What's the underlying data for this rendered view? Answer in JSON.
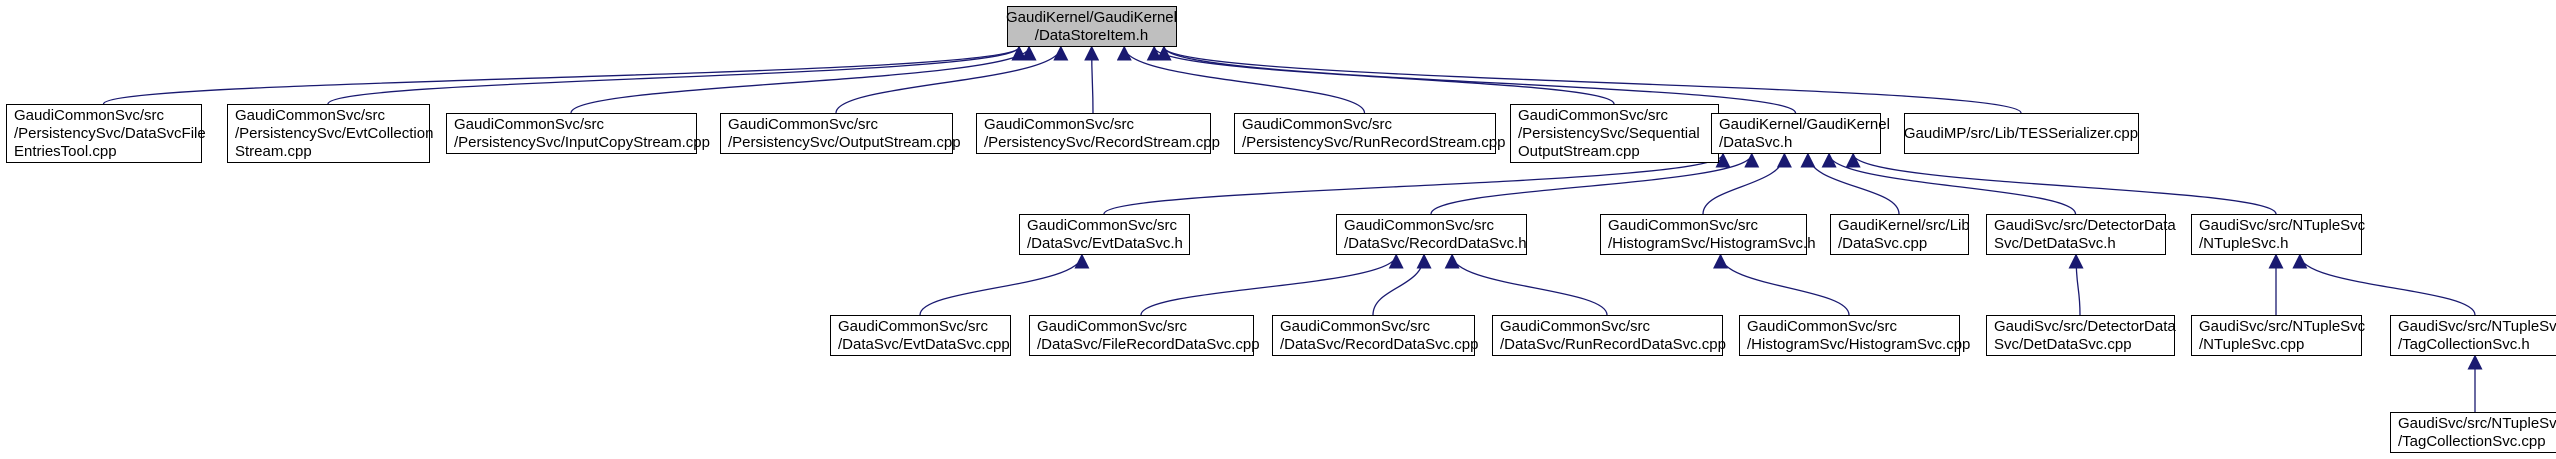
{
  "colors": {
    "edge": "#191970",
    "node_border": "#000000",
    "node_fill": "#ffffff",
    "root_fill": "#bfbfbf",
    "text": "#000000"
  },
  "nodes": [
    {
      "id": "datastoreitem",
      "lines": [
        "GaudiKernel/GaudiKernel",
        "/DataStoreItem.h"
      ],
      "highlight": true
    },
    {
      "id": "datasvcfileentriestool",
      "lines": [
        "GaudiCommonSvc/src",
        "/PersistencySvc/DataSvcFile",
        "EntriesTool.cpp"
      ]
    },
    {
      "id": "evtcollectionstream",
      "lines": [
        "GaudiCommonSvc/src",
        "/PersistencySvc/EvtCollection",
        "Stream.cpp"
      ]
    },
    {
      "id": "inputcopystream",
      "lines": [
        "GaudiCommonSvc/src",
        "/PersistencySvc/InputCopyStream.cpp"
      ]
    },
    {
      "id": "outputstream",
      "lines": [
        "GaudiCommonSvc/src",
        "/PersistencySvc/OutputStream.cpp"
      ]
    },
    {
      "id": "recordstream",
      "lines": [
        "GaudiCommonSvc/src",
        "/PersistencySvc/RecordStream.cpp"
      ]
    },
    {
      "id": "runrecordstream",
      "lines": [
        "GaudiCommonSvc/src",
        "/PersistencySvc/RunRecordStream.cpp"
      ]
    },
    {
      "id": "sequentialoutputstream",
      "lines": [
        "GaudiCommonSvc/src",
        "/PersistencySvc/Sequential",
        "OutputStream.cpp"
      ]
    },
    {
      "id": "datasvc-h",
      "lines": [
        "GaudiKernel/GaudiKernel",
        "/DataSvc.h"
      ]
    },
    {
      "id": "tesserializer",
      "lines": [
        "GaudiMP/src/Lib/TESSerializer.cpp"
      ]
    },
    {
      "id": "evtdatasvc-h",
      "lines": [
        "GaudiCommonSvc/src",
        "/DataSvc/EvtDataSvc.h"
      ]
    },
    {
      "id": "recorddatasvc-h",
      "lines": [
        "GaudiCommonSvc/src",
        "/DataSvc/RecordDataSvc.h"
      ]
    },
    {
      "id": "histogramsvc-h",
      "lines": [
        "GaudiCommonSvc/src",
        "/HistogramSvc/HistogramSvc.h"
      ]
    },
    {
      "id": "datasvc-cpp",
      "lines": [
        "GaudiKernel/src/Lib",
        "/DataSvc.cpp"
      ]
    },
    {
      "id": "detdatasvc-h",
      "lines": [
        "GaudiSvc/src/DetectorData",
        "Svc/DetDataSvc.h"
      ]
    },
    {
      "id": "ntuplesvc-h",
      "lines": [
        "GaudiSvc/src/NTupleSvc",
        "/NTupleSvc.h"
      ]
    },
    {
      "id": "evtdatasvc-cpp",
      "lines": [
        "GaudiCommonSvc/src",
        "/DataSvc/EvtDataSvc.cpp"
      ]
    },
    {
      "id": "filerecorddatasvc-cpp",
      "lines": [
        "GaudiCommonSvc/src",
        "/DataSvc/FileRecordDataSvc.cpp"
      ]
    },
    {
      "id": "recorddatasvc-cpp",
      "lines": [
        "GaudiCommonSvc/src",
        "/DataSvc/RecordDataSvc.cpp"
      ]
    },
    {
      "id": "runrecorddatasvc-cpp",
      "lines": [
        "GaudiCommonSvc/src",
        "/DataSvc/RunRecordDataSvc.cpp"
      ]
    },
    {
      "id": "histogramsvc-cpp",
      "lines": [
        "GaudiCommonSvc/src",
        "/HistogramSvc/HistogramSvc.cpp"
      ]
    },
    {
      "id": "detdatasvc-cpp",
      "lines": [
        "GaudiSvc/src/DetectorData",
        "Svc/DetDataSvc.cpp"
      ]
    },
    {
      "id": "ntuplesvc-cpp",
      "lines": [
        "GaudiSvc/src/NTupleSvc",
        "/NTupleSvc.cpp"
      ]
    },
    {
      "id": "tagcollectionsvc-h",
      "lines": [
        "GaudiSvc/src/NTupleSvc",
        "/TagCollectionSvc.h"
      ]
    },
    {
      "id": "tagcollectionsvc-cpp",
      "lines": [
        "GaudiSvc/src/NTupleSvc",
        "/TagCollectionSvc.cpp"
      ]
    }
  ],
  "edges": [
    {
      "from": "datasvcfileentriestool",
      "to": "datastoreitem"
    },
    {
      "from": "evtcollectionstream",
      "to": "datastoreitem"
    },
    {
      "from": "inputcopystream",
      "to": "datastoreitem"
    },
    {
      "from": "outputstream",
      "to": "datastoreitem"
    },
    {
      "from": "recordstream",
      "to": "datastoreitem"
    },
    {
      "from": "runrecordstream",
      "to": "datastoreitem"
    },
    {
      "from": "sequentialoutputstream",
      "to": "datastoreitem"
    },
    {
      "from": "datasvc-h",
      "to": "datastoreitem"
    },
    {
      "from": "tesserializer",
      "to": "datastoreitem"
    },
    {
      "from": "evtdatasvc-h",
      "to": "datasvc-h"
    },
    {
      "from": "recorddatasvc-h",
      "to": "datasvc-h"
    },
    {
      "from": "histogramsvc-h",
      "to": "datasvc-h"
    },
    {
      "from": "datasvc-cpp",
      "to": "datasvc-h"
    },
    {
      "from": "detdatasvc-h",
      "to": "datasvc-h"
    },
    {
      "from": "ntuplesvc-h",
      "to": "datasvc-h"
    },
    {
      "from": "evtdatasvc-cpp",
      "to": "evtdatasvc-h"
    },
    {
      "from": "filerecorddatasvc-cpp",
      "to": "recorddatasvc-h"
    },
    {
      "from": "recorddatasvc-cpp",
      "to": "recorddatasvc-h"
    },
    {
      "from": "runrecorddatasvc-cpp",
      "to": "recorddatasvc-h"
    },
    {
      "from": "histogramsvc-cpp",
      "to": "histogramsvc-h"
    },
    {
      "from": "detdatasvc-cpp",
      "to": "detdatasvc-h"
    },
    {
      "from": "ntuplesvc-cpp",
      "to": "ntuplesvc-h"
    },
    {
      "from": "tagcollectionsvc-h",
      "to": "ntuplesvc-h"
    },
    {
      "from": "tagcollectionsvc-cpp",
      "to": "tagcollectionsvc-h"
    }
  ]
}
